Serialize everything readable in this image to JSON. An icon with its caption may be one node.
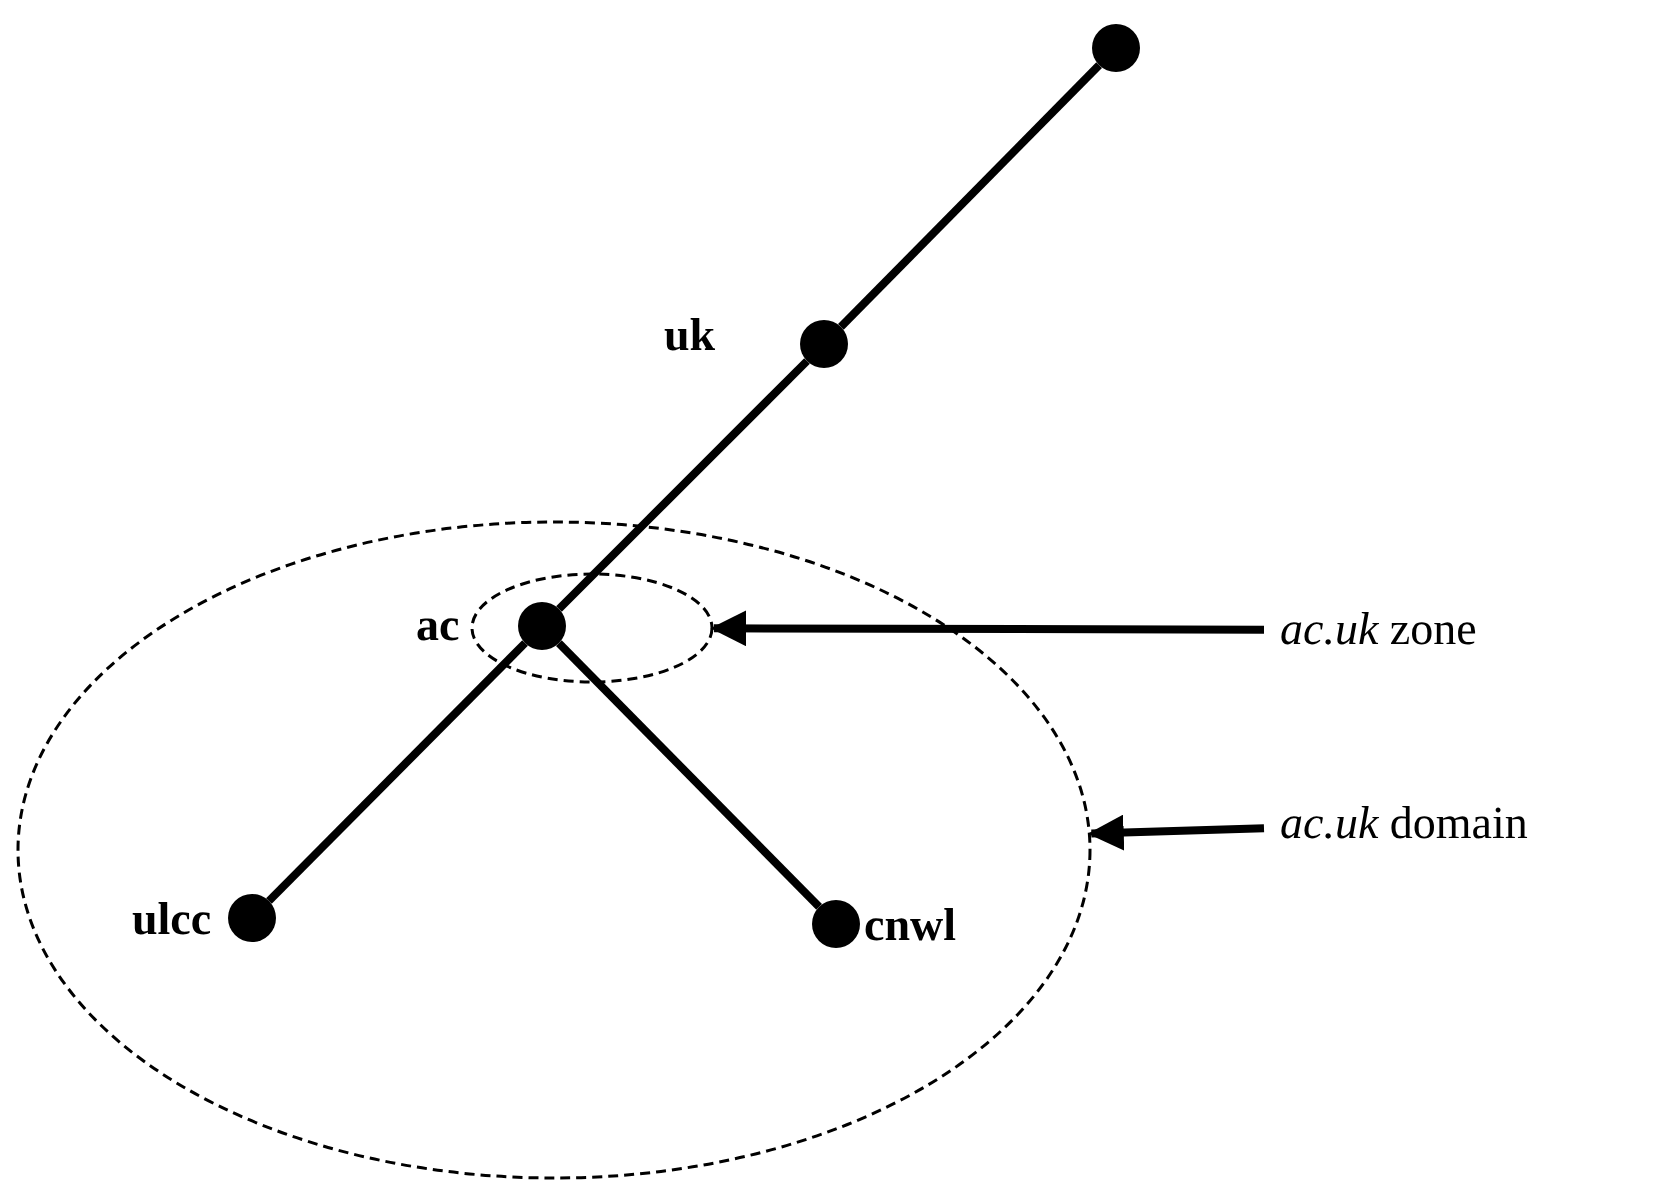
{
  "diagram": {
    "nodes": [
      {
        "text": [],
        "shape": "circle"
      },
      {
        "text": [],
        "shape": "circle",
        "beside": [
          "uk"
        ]
      },
      {
        "text": [],
        "shape": "ellipse"
      },
      {
        "text": [],
        "shape": "ellipse",
        "in": 2
      },
      {
        "text": [],
        "shape": "circle",
        "beside": [
          "ac"
        ],
        "in": 3
      },
      {
        "text": [
          "*ac.uk* zone"
        ]
      },
      {
        "text": [],
        "shape": "circle",
        "beside": [
          "ulcc"
        ],
        "in": 2
      },
      {
        "text": [],
        "shape": "circle",
        "beside": [
          "cnwl"
        ],
        "in": 2
      },
      {
        "text": [
          "*ac.uk* domain"
        ]
      }
    ],
    "edges": [
      {
        "from": 0,
        "to": 1,
        "arrow": "none"
      },
      {
        "from": 1,
        "to": 4,
        "arrow": "none"
      },
      {
        "from": 4,
        "to": 6,
        "arrow": "none"
      },
      {
        "from": 4,
        "to": 7,
        "arrow": "none"
      },
      {
        "from": 5,
        "to": 3,
        "arrow": "to"
      },
      {
        "from": 8,
        "to": 2,
        "arrow": "to"
      }
    ]
  }
}
